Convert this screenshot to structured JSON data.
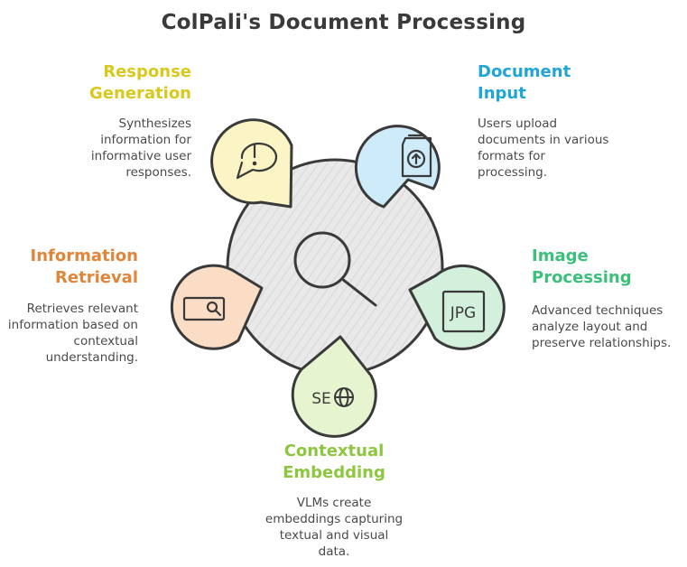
{
  "title": "ColPali's Document Processing",
  "center": {
    "icon": "magnifier-icon"
  },
  "colors": {
    "outline": "#3a3a3a",
    "center_fill": "#e6e6e6",
    "document_input": "#1fa5d8",
    "image_processing": "#3cbf7a",
    "contextual_embedding": "#8dc63f",
    "information_retrieval": "#e0853a",
    "response_generation": "#d9c81e"
  },
  "steps": [
    {
      "id": "document_input",
      "title_line1": "Document",
      "title_line2": "Input",
      "desc_lines": [
        "Users upload",
        "documents in various",
        "formats for",
        "processing."
      ],
      "icon": "document-upload-icon",
      "icon_text": ""
    },
    {
      "id": "image_processing",
      "title_line1": "Image",
      "title_line2": "Processing",
      "desc_lines": [
        "Advanced techniques",
        "analyze layout and",
        "preserve relationships."
      ],
      "icon": "jpg-file-icon",
      "icon_text": "JPG"
    },
    {
      "id": "contextual_embedding",
      "title_line1": "Contextual",
      "title_line2": "Embedding",
      "desc_lines": [
        "VLMs create",
        "embeddings capturing",
        "textual and visual",
        "data."
      ],
      "icon": "seo-globe-icon",
      "icon_text": "SE"
    },
    {
      "id": "information_retrieval",
      "title_line1": "Information",
      "title_line2": "Retrieval",
      "desc_lines": [
        "Retrieves relevant",
        "information based on",
        "contextual",
        "understanding."
      ],
      "icon": "search-box-icon",
      "icon_text": ""
    },
    {
      "id": "response_generation",
      "title_line1": "Response",
      "title_line2": "Generation",
      "desc_lines": [
        "Synthesizes",
        "information for",
        "informative user",
        "responses."
      ],
      "icon": "speech-bubble-alert-icon",
      "icon_text": ""
    }
  ]
}
